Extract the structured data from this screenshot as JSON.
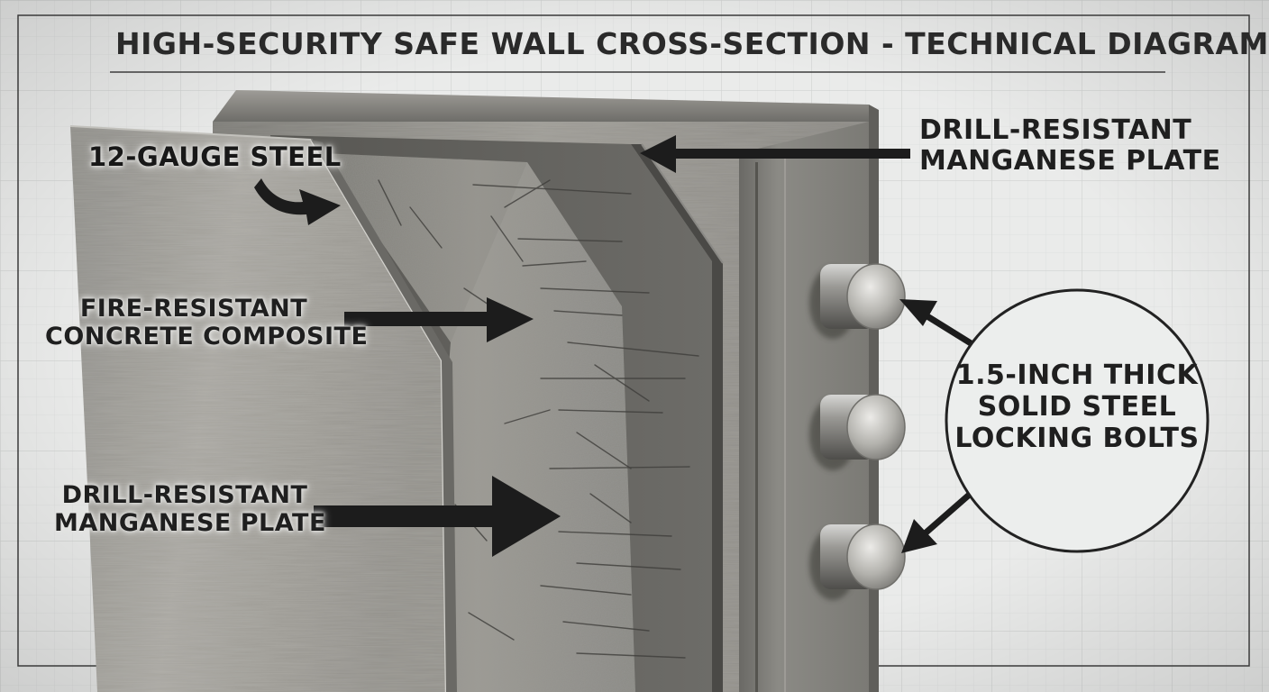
{
  "diagram": {
    "title": "HIGH-SECURITY SAFE WALL CROSS-SECTION - TECHNICAL DIAGRAM",
    "labels": {
      "steel_gauge": "12-GAUGE STEEL",
      "concrete": [
        "FIRE-RESISTANT",
        "CONCRETE COMPOSITE"
      ],
      "plate_left": [
        "DRILL-RESISTANT",
        "MANGANESE PLATE"
      ],
      "plate_right": [
        "DRILL-RESISTANT",
        "MANGANESE PLATE"
      ],
      "bolts": [
        "1.5-INCH THICK",
        "SOLID STEEL",
        "LOCKING BOLTS"
      ]
    },
    "colors": {
      "background": "#eaebea",
      "grid": "#d5d7d6",
      "steel_light": "#a9a7a1",
      "steel_dark": "#5f5e5a",
      "concrete": "#8c8b86",
      "arrow": "#1c1c1c",
      "text": "#1f1f1f"
    },
    "bolt_count": 3
  }
}
